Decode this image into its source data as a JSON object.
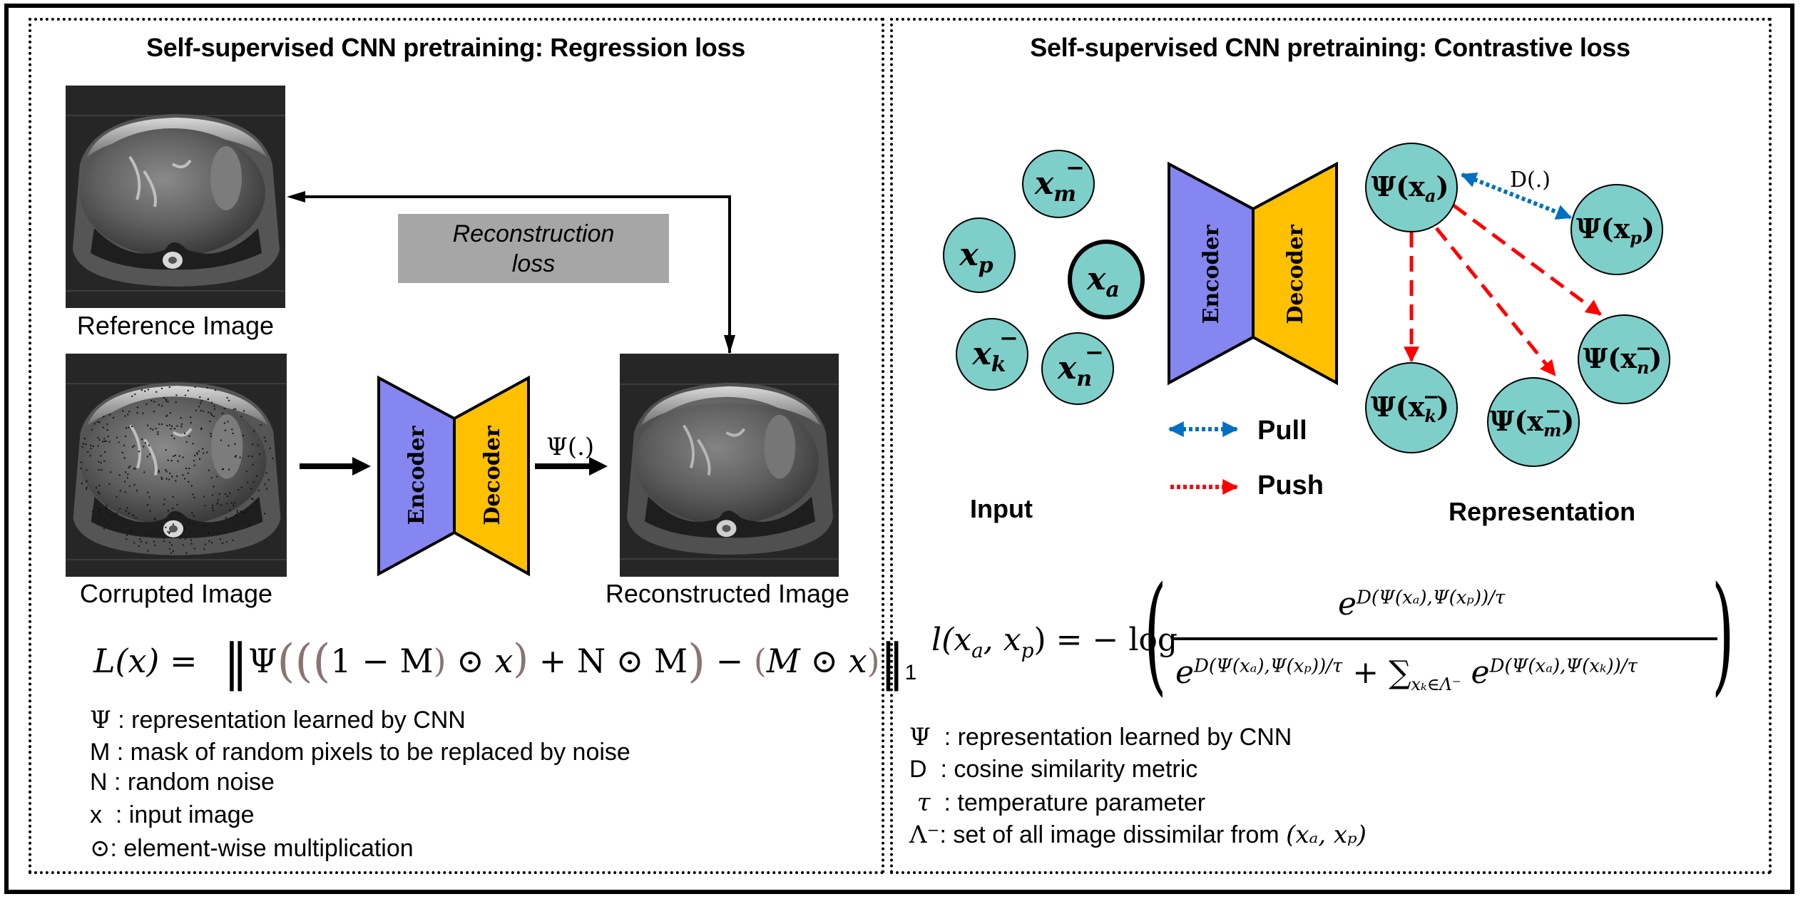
{
  "left_panel": {
    "title": "Self-supervised CNN pretraining: Regression loss",
    "reference_caption": "Reference Image",
    "corrupted_caption": "Corrupted Image",
    "reconstructed_caption": "Reconstructed Image",
    "reconstruction_loss_line1": "Reconstruction",
    "reconstruction_loss_line2": "loss",
    "encoder_label": "Encoder",
    "decoder_label": "Decoder",
    "psi_label": "Ψ(.)",
    "formula": {
      "lhs": "L(x) = ",
      "psi": "Ψ",
      "one_minus_m": "1 − M",
      "odot": "⊙",
      "x": "x",
      "plus_n_odot_m": "+ N ⊙ M",
      "minus": "−",
      "m_odot_x": "M ⊙ x",
      "norm_subscript": "1"
    },
    "legend": [
      {
        "symbol": "Ψ",
        "text": " : representation learned by CNN"
      },
      {
        "symbol": "M",
        "text": " : mask of random pixels to be replaced by noise"
      },
      {
        "symbol": "N",
        "text": " : random noise"
      },
      {
        "symbol": "x",
        "text": "  : input image"
      },
      {
        "symbol": "⊙",
        "text": ": element-wise multiplication"
      }
    ]
  },
  "right_panel": {
    "title": "Self-supervised CNN pretraining: Contrastive loss",
    "encoder_label": "Encoder",
    "decoder_label": "Decoder",
    "input_label": "Input",
    "representation_label": "Representation",
    "distance_label": "D(.)",
    "pull_label": "Pull",
    "push_label": "Push",
    "input_nodes": [
      {
        "id": "x_m",
        "base": "x",
        "sub": "m",
        "sup": "−",
        "anchor": false
      },
      {
        "id": "x_p",
        "base": "x",
        "sub": "p",
        "sup": "",
        "anchor": false
      },
      {
        "id": "x_a",
        "base": "x",
        "sub": "a",
        "sup": "",
        "anchor": true
      },
      {
        "id": "x_k",
        "base": "x",
        "sub": "k",
        "sup": "−",
        "anchor": false
      },
      {
        "id": "x_n",
        "base": "x",
        "sub": "n",
        "sup": "−",
        "anchor": false
      }
    ],
    "representation_nodes": [
      {
        "id": "psi_x_a",
        "prefix": "Ψ(x",
        "sub": "a",
        "sup": "",
        "suffix": ")"
      },
      {
        "id": "psi_x_p",
        "prefix": "Ψ(x",
        "sub": "p",
        "sup": "",
        "suffix": ")"
      },
      {
        "id": "psi_x_n",
        "prefix": "Ψ(x",
        "sub": "n",
        "sup": "−",
        "suffix": ")"
      },
      {
        "id": "psi_x_m",
        "prefix": "Ψ(x",
        "sub": "m",
        "sup": "−",
        "suffix": ")"
      },
      {
        "id": "psi_x_k",
        "prefix": "Ψ(x",
        "sub": "k",
        "sup": "−",
        "suffix": ")"
      }
    ],
    "formula": {
      "lhs": "l(x",
      "lhs_sub_a": "a",
      "lhs_comma": ", x",
      "lhs_sub_p": "p",
      "lhs_close": ") = − log",
      "numerator": "e",
      "numerator_exp": "D(Ψ(xₐ),Ψ(xₚ))/τ",
      "denominator_term1": "e",
      "denominator_term1_exp": "D(Ψ(xₐ),Ψ(xₚ))/τ",
      "plus_sum": " + ∑",
      "sum_sub": "xₖ∈Λ⁻",
      "denominator_term2": " e",
      "denominator_term2_exp": "D(Ψ(xₐ),Ψ(xₖ))/τ"
    },
    "legend": [
      {
        "symbol": "Ψ",
        "text": "  : representation learned by CNN"
      },
      {
        "symbol": "D",
        "text": "  : cosine similarity metric"
      },
      {
        "symbol": " τ",
        "text": "  : temperature parameter"
      },
      {
        "symbol": "Λ⁻",
        "text": ": set of all image dissimilar from "
      },
      {
        "symbol": "",
        "text": "(xₐ, xₚ)"
      }
    ]
  },
  "colors": {
    "encoder": "#8686f0",
    "decoder": "#ffc000",
    "node_fill": "#7ecfc9",
    "pull_arrow": "#0070c0",
    "push_arrow": "#ff0000",
    "loss_box": "#a6a6a6",
    "formula_paren": "#8a7472"
  }
}
